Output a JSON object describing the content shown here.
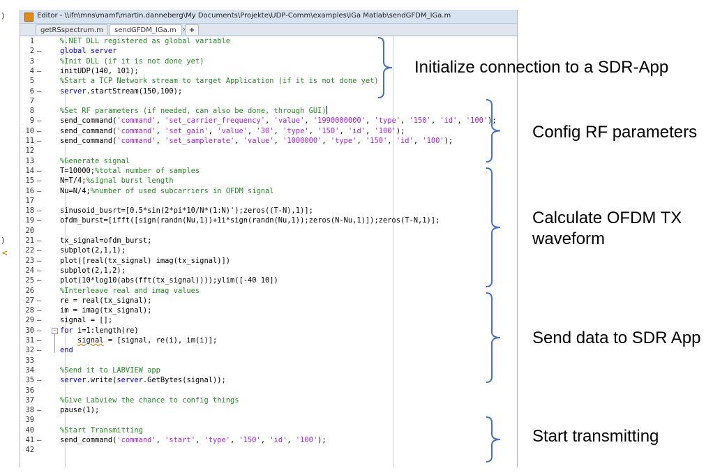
{
  "window_title": "Editor - \\\\ifn\\mns\\mamf\\martin.danneberg\\My Documents\\Projekte\\UDP-Comm\\examples\\IGa Matlab\\sendGFDM_IGa.m",
  "tabs": [
    {
      "label": "getRSspectrum.m",
      "active": false
    },
    {
      "label": "sendGFDM_IGa.m",
      "active": true
    }
  ],
  "add_tab_label": "+",
  "left_strip": {
    "glyph_top": ")",
    "glyph_mid": ")",
    "glyph_arrow": "<"
  },
  "lines": [
    {
      "n": "1",
      "bp": "",
      "seg": [
        [
          "cm",
          "%.NET DLL registered as global variable"
        ]
      ]
    },
    {
      "n": "2",
      "bp": "–",
      "seg": [
        [
          "kw",
          "global"
        ],
        [
          "pl",
          " "
        ],
        [
          "kw",
          "server"
        ]
      ]
    },
    {
      "n": "3",
      "bp": "",
      "seg": [
        [
          "cm",
          "%Init DLL (if it is not done yet)"
        ]
      ]
    },
    {
      "n": "4",
      "bp": "–",
      "seg": [
        [
          "pl",
          "initUDP(140, 101);"
        ]
      ]
    },
    {
      "n": "5",
      "bp": "",
      "seg": [
        [
          "cm",
          "%Start a TCP Network stream to target Application (if it is not done yet)"
        ]
      ]
    },
    {
      "n": "6",
      "bp": "–",
      "seg": [
        [
          "kw",
          "server"
        ],
        [
          "pl",
          ".startStream(150,100);"
        ]
      ]
    },
    {
      "n": "7",
      "bp": "",
      "seg": []
    },
    {
      "n": "8",
      "bp": "",
      "seg": [
        [
          "cm",
          "%Set RF parameters (if needed, can also be done, through GUI)"
        ],
        [
          "caret",
          ""
        ]
      ]
    },
    {
      "n": "9",
      "bp": "–",
      "seg": [
        [
          "pl",
          "send_command("
        ],
        [
          "st",
          "'command'"
        ],
        [
          "pl",
          ", "
        ],
        [
          "st",
          "'set_carrier_frequency'"
        ],
        [
          "pl",
          ", "
        ],
        [
          "st",
          "'value'"
        ],
        [
          "pl",
          ", "
        ],
        [
          "st",
          "'1990000000'"
        ],
        [
          "pl",
          ", "
        ],
        [
          "st",
          "'type'"
        ],
        [
          "pl",
          ", "
        ],
        [
          "st",
          "'150'"
        ],
        [
          "pl",
          ", "
        ],
        [
          "st",
          "'id'"
        ],
        [
          "pl",
          ", "
        ],
        [
          "st",
          "'100'"
        ],
        [
          "pl",
          ");"
        ]
      ]
    },
    {
      "n": "10",
      "bp": "–",
      "seg": [
        [
          "pl",
          "send_command("
        ],
        [
          "st",
          "'command'"
        ],
        [
          "pl",
          ", "
        ],
        [
          "st",
          "'set_gain'"
        ],
        [
          "pl",
          ", "
        ],
        [
          "st",
          "'value'"
        ],
        [
          "pl",
          ", "
        ],
        [
          "st",
          "'30'"
        ],
        [
          "pl",
          ", "
        ],
        [
          "st",
          "'type'"
        ],
        [
          "pl",
          ", "
        ],
        [
          "st",
          "'150'"
        ],
        [
          "pl",
          ", "
        ],
        [
          "st",
          "'id'"
        ],
        [
          "pl",
          ", "
        ],
        [
          "st",
          "'100'"
        ],
        [
          "pl",
          ");"
        ]
      ]
    },
    {
      "n": "11",
      "bp": "–",
      "seg": [
        [
          "pl",
          "send_command("
        ],
        [
          "st",
          "'command'"
        ],
        [
          "pl",
          ", "
        ],
        [
          "st",
          "'set_samplerate'"
        ],
        [
          "pl",
          ", "
        ],
        [
          "st",
          "'value'"
        ],
        [
          "pl",
          ", "
        ],
        [
          "st",
          "'1000000'"
        ],
        [
          "pl",
          ", "
        ],
        [
          "st",
          "'type'"
        ],
        [
          "pl",
          ", "
        ],
        [
          "st",
          "'150'"
        ],
        [
          "pl",
          ", "
        ],
        [
          "st",
          "'id'"
        ],
        [
          "pl",
          ", "
        ],
        [
          "st",
          "'100'"
        ],
        [
          "pl",
          ");"
        ]
      ]
    },
    {
      "n": "12",
      "bp": "",
      "seg": []
    },
    {
      "n": "13",
      "bp": "",
      "seg": [
        [
          "cm",
          "%Generate signal"
        ]
      ]
    },
    {
      "n": "14",
      "bp": "–",
      "seg": [
        [
          "pl",
          "T=10000;"
        ],
        [
          "cm",
          "%total number of samples"
        ]
      ]
    },
    {
      "n": "15",
      "bp": "–",
      "seg": [
        [
          "pl",
          "N=T/4;"
        ],
        [
          "cm",
          "%signal burst length"
        ]
      ]
    },
    {
      "n": "16",
      "bp": "–",
      "seg": [
        [
          "pl",
          "Nu=N/4;"
        ],
        [
          "cm",
          "%number of used subcarriers in OFDM signal"
        ]
      ]
    },
    {
      "n": "17",
      "bp": "",
      "seg": []
    },
    {
      "n": "18",
      "bp": "–",
      "seg": [
        [
          "pl",
          "sinusoid_busrt=[0.5*sin(2*pi*10/N*(1:N)');zeros((T-N),1)];"
        ]
      ]
    },
    {
      "n": "19",
      "bp": "–",
      "seg": [
        [
          "pl",
          "ofdm_burst=[ifft([sign(randn(Nu,1))+1i*sign(randn(Nu,1));zeros(N-Nu,1)]);zeros(T-N,1)];"
        ]
      ]
    },
    {
      "n": "20",
      "bp": "",
      "seg": []
    },
    {
      "n": "21",
      "bp": "–",
      "seg": [
        [
          "pl",
          "tx_signal=ofdm_burst;"
        ]
      ]
    },
    {
      "n": "22",
      "bp": "–",
      "seg": [
        [
          "pl",
          "subplot(2,1,1);"
        ]
      ]
    },
    {
      "n": "23",
      "bp": "–",
      "seg": [
        [
          "pl",
          "plot([real(tx_signal) imag(tx_signal)])"
        ]
      ]
    },
    {
      "n": "24",
      "bp": "–",
      "seg": [
        [
          "pl",
          "subplot(2,1,2);"
        ]
      ]
    },
    {
      "n": "25",
      "bp": "–",
      "seg": [
        [
          "pl",
          "plot(10*log10(abs(fft(tx_signal))));ylim([-40 10])"
        ]
      ]
    },
    {
      "n": "26",
      "bp": "",
      "seg": [
        [
          "cm",
          "%Interleave real and imag values"
        ]
      ]
    },
    {
      "n": "27",
      "bp": "–",
      "seg": [
        [
          "pl",
          "re = real(tx_signal);"
        ]
      ]
    },
    {
      "n": "28",
      "bp": "–",
      "seg": [
        [
          "pl",
          "im = imag(tx_signal);"
        ]
      ]
    },
    {
      "n": "29",
      "bp": "–",
      "seg": [
        [
          "pl",
          "signal = [];"
        ]
      ]
    },
    {
      "n": "30",
      "bp": "–",
      "fold": "−",
      "seg": [
        [
          "kw",
          "for"
        ],
        [
          "pl",
          " i=1:length(re)"
        ]
      ]
    },
    {
      "n": "31",
      "bp": "–",
      "seg": [
        [
          "pl",
          "    "
        ],
        [
          "wavy",
          "signal"
        ],
        [
          "pl",
          " = [signal, re(i), im(i)];"
        ]
      ]
    },
    {
      "n": "32",
      "bp": "–",
      "seg": [
        [
          "kw",
          "end"
        ]
      ]
    },
    {
      "n": "33",
      "bp": "",
      "seg": []
    },
    {
      "n": "34",
      "bp": "",
      "seg": [
        [
          "cm",
          "%Send it to LABVIEW app"
        ]
      ]
    },
    {
      "n": "35",
      "bp": "–",
      "seg": [
        [
          "kw",
          "server"
        ],
        [
          "pl",
          ".write("
        ],
        [
          "kw",
          "server"
        ],
        [
          "pl",
          ".GetBytes(signal));"
        ]
      ]
    },
    {
      "n": "36",
      "bp": "",
      "seg": []
    },
    {
      "n": "37",
      "bp": "",
      "seg": [
        [
          "cm",
          "%Give Labview the chance to config things"
        ]
      ]
    },
    {
      "n": "38",
      "bp": "–",
      "seg": [
        [
          "pl",
          "pause(1);"
        ]
      ]
    },
    {
      "n": "39",
      "bp": "",
      "seg": []
    },
    {
      "n": "40",
      "bp": "",
      "seg": [
        [
          "cm",
          "%Start Transmitting"
        ]
      ]
    },
    {
      "n": "41",
      "bp": "–",
      "seg": [
        [
          "pl",
          "send_command("
        ],
        [
          "st",
          "'command'"
        ],
        [
          "pl",
          ", "
        ],
        [
          "st",
          "'start'"
        ],
        [
          "pl",
          ", "
        ],
        [
          "st",
          "'type'"
        ],
        [
          "pl",
          ", "
        ],
        [
          "st",
          "'150'"
        ],
        [
          "pl",
          ", "
        ],
        [
          "st",
          "'id'"
        ],
        [
          "pl",
          ", "
        ],
        [
          "st",
          "'100'"
        ],
        [
          "pl",
          ");"
        ]
      ]
    },
    {
      "n": "42",
      "bp": "",
      "seg": []
    }
  ],
  "annotations": [
    {
      "name": "annotation-initialize",
      "text": "Initialize connection to a SDR-App",
      "line2": ""
    },
    {
      "name": "annotation-config-rf",
      "text": "Config RF parameters",
      "line2": ""
    },
    {
      "name": "annotation-calc-ofdm",
      "text": "Calculate OFDM TX",
      "line2": "waveform"
    },
    {
      "name": "annotation-send-data",
      "text": "Send data to SDR App",
      "line2": ""
    },
    {
      "name": "annotation-start",
      "text": "Start transmitting",
      "line2": ""
    }
  ],
  "colors": {
    "comment": "#228b22",
    "keyword": "#0000ff",
    "string": "#a020f0",
    "brace": "#4472c4"
  }
}
